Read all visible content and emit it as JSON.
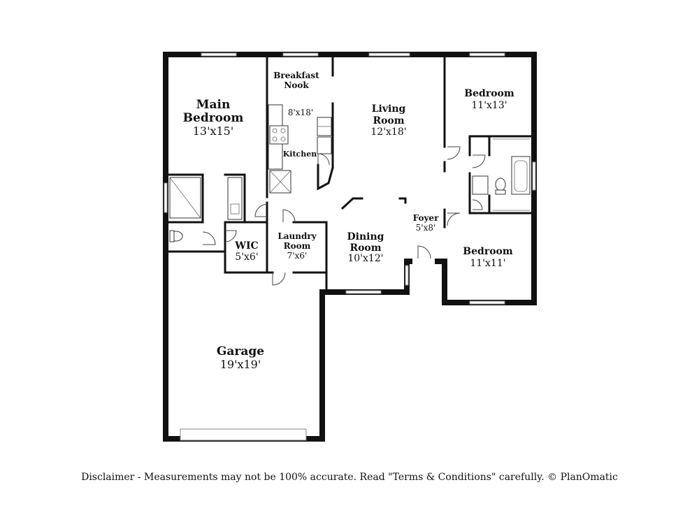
{
  "rooms": {
    "main_bedroom": {
      "name_line1": "Main",
      "name_line2": "Bedroom",
      "dim": "13'x15'"
    },
    "breakfast_nook": {
      "name_line1": "Breakfast",
      "name_line2": "Nook"
    },
    "kitchen": {
      "name": "Kitchen",
      "dim": "8'x18'"
    },
    "living_room": {
      "name_line1": "Living",
      "name_line2": "Room",
      "dim": "12'x18'"
    },
    "bedroom_top": {
      "name": "Bedroom",
      "dim": "11'x13'"
    },
    "bedroom_bottom": {
      "name": "Bedroom",
      "dim": "11'x11'"
    },
    "foyer": {
      "name": "Foyer",
      "dim": "5'x8'"
    },
    "dining_room": {
      "name_line1": "Dining",
      "name_line2": "Room",
      "dim": "10'x12'"
    },
    "laundry_room": {
      "name_line1": "Laundry",
      "name_line2": "Room",
      "dim": "7'x6'"
    },
    "wic": {
      "name": "WIC",
      "dim": "5'x6'"
    },
    "garage": {
      "name": "Garage",
      "dim": "19'x19'"
    }
  },
  "disclaimer": "Disclaimer - Measurements may not be 100% accurate. Read \"Terms & Conditions\" carefully. © PlanOmatic"
}
